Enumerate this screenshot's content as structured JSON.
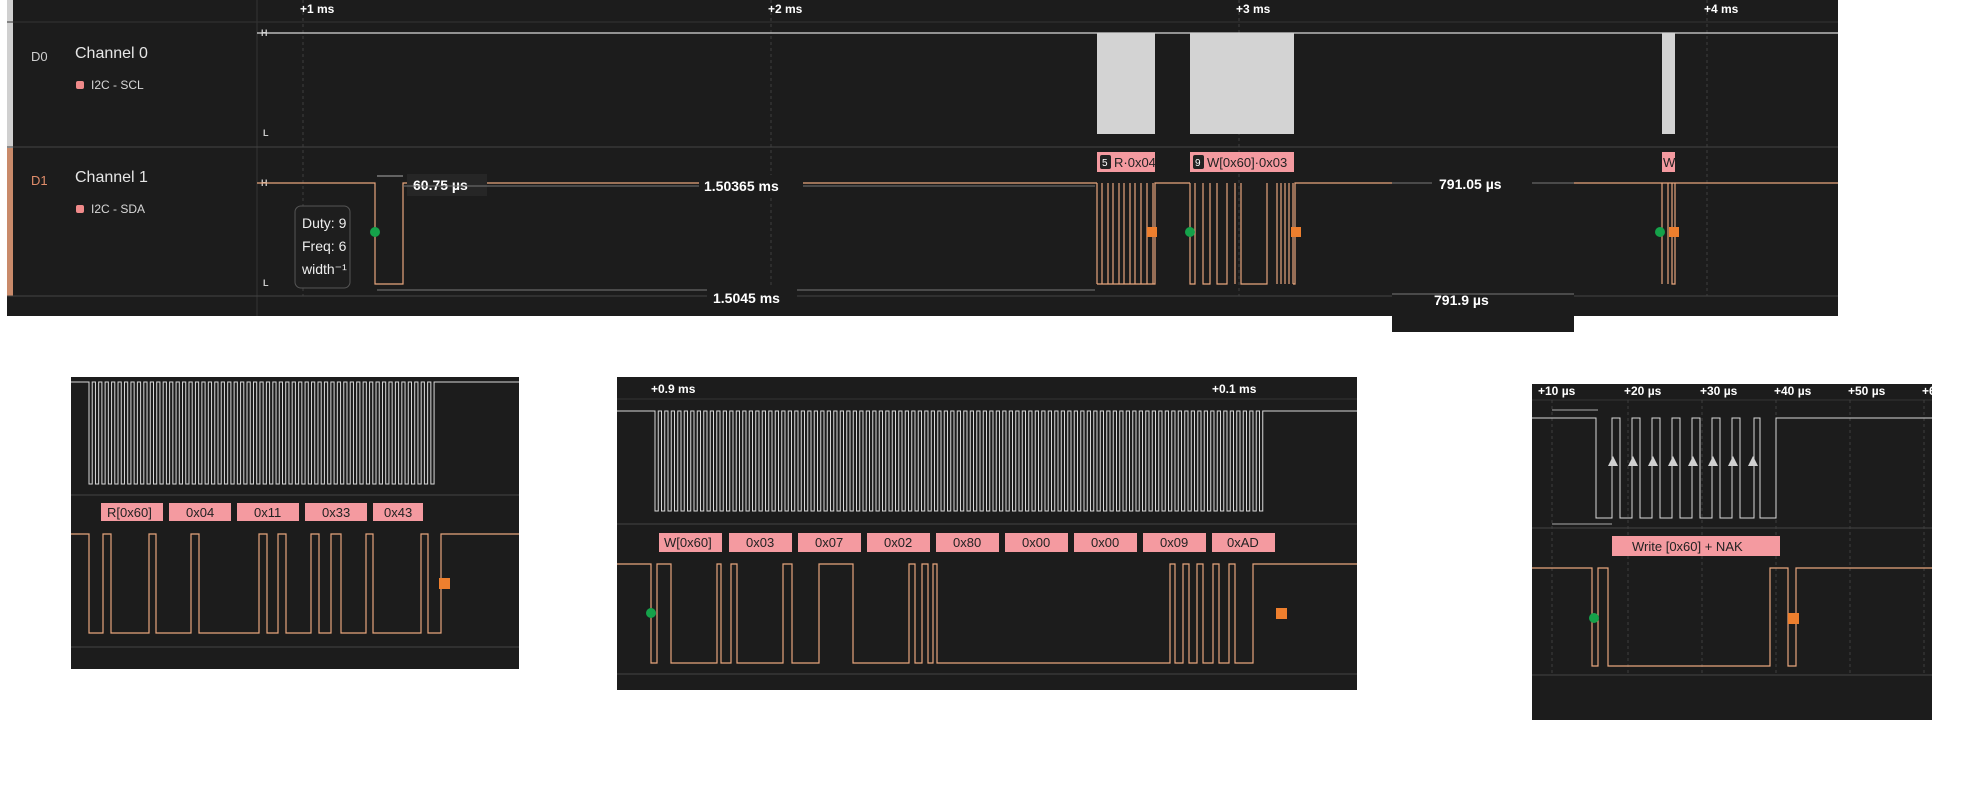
{
  "colors": {
    "background": "#1c1c1c",
    "sidebar": "#1a1a1a",
    "grid": "#3c3c3c",
    "trace_scl": "#d9d9d9",
    "trace_sda": "#e7a57c",
    "burst_fill": "#d3d3d3",
    "decode_bubble": "#f49aa0",
    "marker_start": "#15a24a",
    "marker_stop": "#ee7f2e",
    "stripe_d0": "#d0d0d0",
    "stripe_d1": "#c98a6a"
  },
  "channels": [
    {
      "id": "D0",
      "name": "Channel 0",
      "analyzer": "I2C - SCL",
      "id_color": "#cfcfcf"
    },
    {
      "id": "D1",
      "name": "Channel 1",
      "analyzer": "I2C - SDA",
      "id_color": "#e08d6b"
    }
  ],
  "level_labels": {
    "high": "H",
    "low": "L"
  },
  "main": {
    "time_ticks": [
      "+1 ms",
      "+2 ms",
      "+3 ms",
      "+4 ms"
    ],
    "measurements": {
      "pulse_width": "60.75 µs",
      "gap_top": "1.50365 ms",
      "gap_bottom": "1.5045 ms",
      "right_top": "791.05 µs",
      "right_bottom": "791.9 µs"
    },
    "tooltip": {
      "duty": "Duty: 9",
      "freq": "Freq: 6",
      "width": "width⁻¹"
    },
    "decodes": [
      {
        "index": "5",
        "text": "R·0x04"
      },
      {
        "index": "9",
        "text": "W[0x60]·0x03"
      },
      {
        "index": "",
        "text": "W"
      }
    ]
  },
  "zoom1": {
    "decodes": [
      "R[0x60]",
      "0x04",
      "0x11",
      "0x33",
      "0x43"
    ]
  },
  "zoom2": {
    "time_ticks": [
      "+0.9 ms",
      "+0.1 ms"
    ],
    "decodes": [
      "W[0x60]",
      "0x03",
      "0x07",
      "0x02",
      "0x80",
      "0x00",
      "0x00",
      "0x09",
      "0xAD"
    ]
  },
  "zoom3": {
    "time_ticks": [
      "+10 µs",
      "+20 µs",
      "+30 µs",
      "+40 µs",
      "+50 µs",
      "+6"
    ],
    "decodes": [
      "Write [0x60] + NAK"
    ]
  }
}
